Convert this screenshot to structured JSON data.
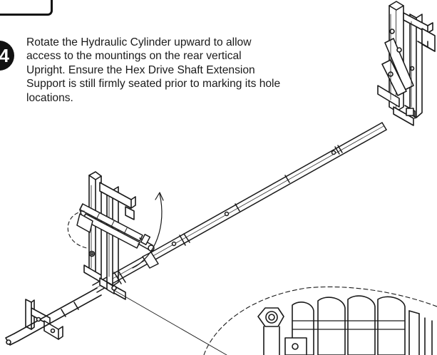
{
  "step": {
    "number": "4",
    "text": "Rotate the Hydraulic Cylinder upward to allow access to the mountings on the rear vertical Upright. Ensure the Hex Drive Shaft Extension Support is still firmly seated prior to marking its hole locations."
  },
  "figure": {
    "parts": [
      "rear-upright-frame",
      "hydraulic-cylinder",
      "hex-drive-shaft",
      "front-upright-frame",
      "extension-support",
      "detail-view"
    ]
  }
}
